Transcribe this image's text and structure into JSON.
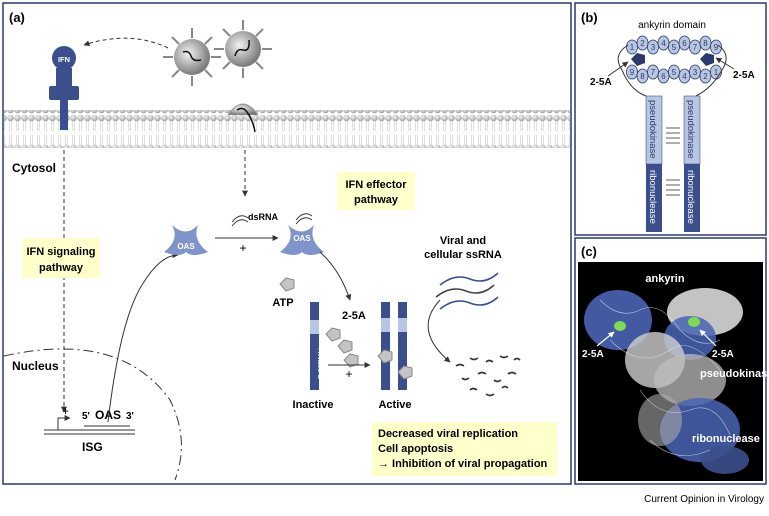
{
  "panel_a": {
    "label": "(a)",
    "cytosol": "Cytosol",
    "nucleus": "Nucleus",
    "ifn": "IFN",
    "ifn_signaling": [
      "IFN signaling",
      "pathway"
    ],
    "ifn_effector": [
      "IFN effector",
      "pathway"
    ],
    "dsrna": "dsRNA",
    "plus": "+",
    "oas": "OAS",
    "atp": "ATP",
    "two_five_a": "2-5A",
    "rnase_l": "RNase L",
    "inactive": "Inactive",
    "active": "Active",
    "viral_ssrna": [
      "Viral and",
      "cellular ssRNA"
    ],
    "gene_5p": "5'",
    "gene_3p": "3'",
    "gene_oas": "OAS",
    "isg": "ISG",
    "outcome": [
      "Decreased viral replication",
      "Cell apoptosis",
      "→ Inhibition of viral propagation"
    ]
  },
  "panel_b": {
    "label": "(b)",
    "ankyrin_domain": "ankyrin domain",
    "two_five_a_left": "2-5A",
    "two_five_a_right": "2-5A",
    "top_repeats": [
      "1",
      "2",
      "3",
      "4",
      "5",
      "6",
      "7",
      "8",
      "9"
    ],
    "bottom_repeats": [
      "9",
      "8",
      "7",
      "6",
      "5",
      "4",
      "3",
      "2",
      "1"
    ],
    "pseudokinase": "pseudokinase",
    "ribonuclease": "ribonuclease"
  },
  "panel_c": {
    "label": "(c)",
    "ankyrin": "ankyrin",
    "two_five_a_left": "2-5A",
    "two_five_a_right": "2-5A",
    "pseudokinase": "pseudokinase",
    "ribonuclease": "ribonuclease"
  },
  "credit": "Current Opinion in Virology",
  "colors": {
    "frame": "#2b3a6b",
    "blue_dark": "#3b4f8c",
    "blue_light": "#b9c6e3",
    "yellow_box": "#ffffcc",
    "membrane_gray": "#b8b8b8",
    "green": "#7ed957"
  }
}
